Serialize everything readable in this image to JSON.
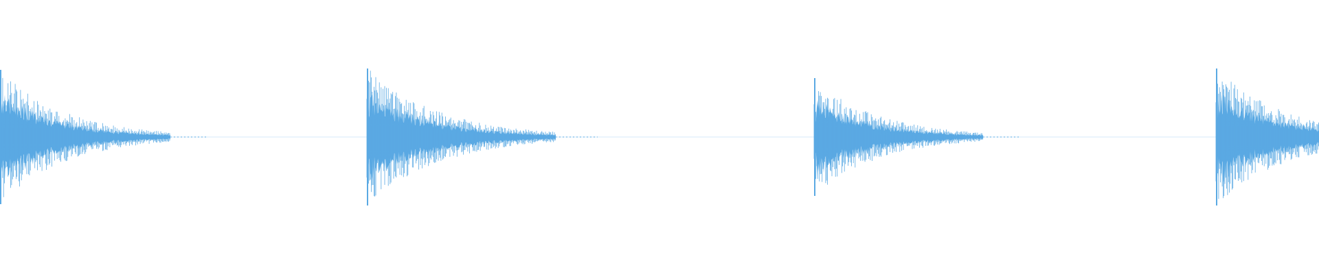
{
  "waveform": {
    "color": "#5aa9e3",
    "background": "#ffffff",
    "bursts": [
      {
        "name": "burst-1",
        "onset": 0.0,
        "decay": 0.129,
        "peak": 0.98
      },
      {
        "name": "burst-2",
        "onset": 0.278,
        "decay": 0.143,
        "peak": 1.0
      },
      {
        "name": "burst-3",
        "onset": 0.617,
        "decay": 0.128,
        "peak": 0.86
      },
      {
        "name": "burst-4",
        "onset": 0.922,
        "decay": 0.14,
        "peak": 1.0
      }
    ]
  }
}
